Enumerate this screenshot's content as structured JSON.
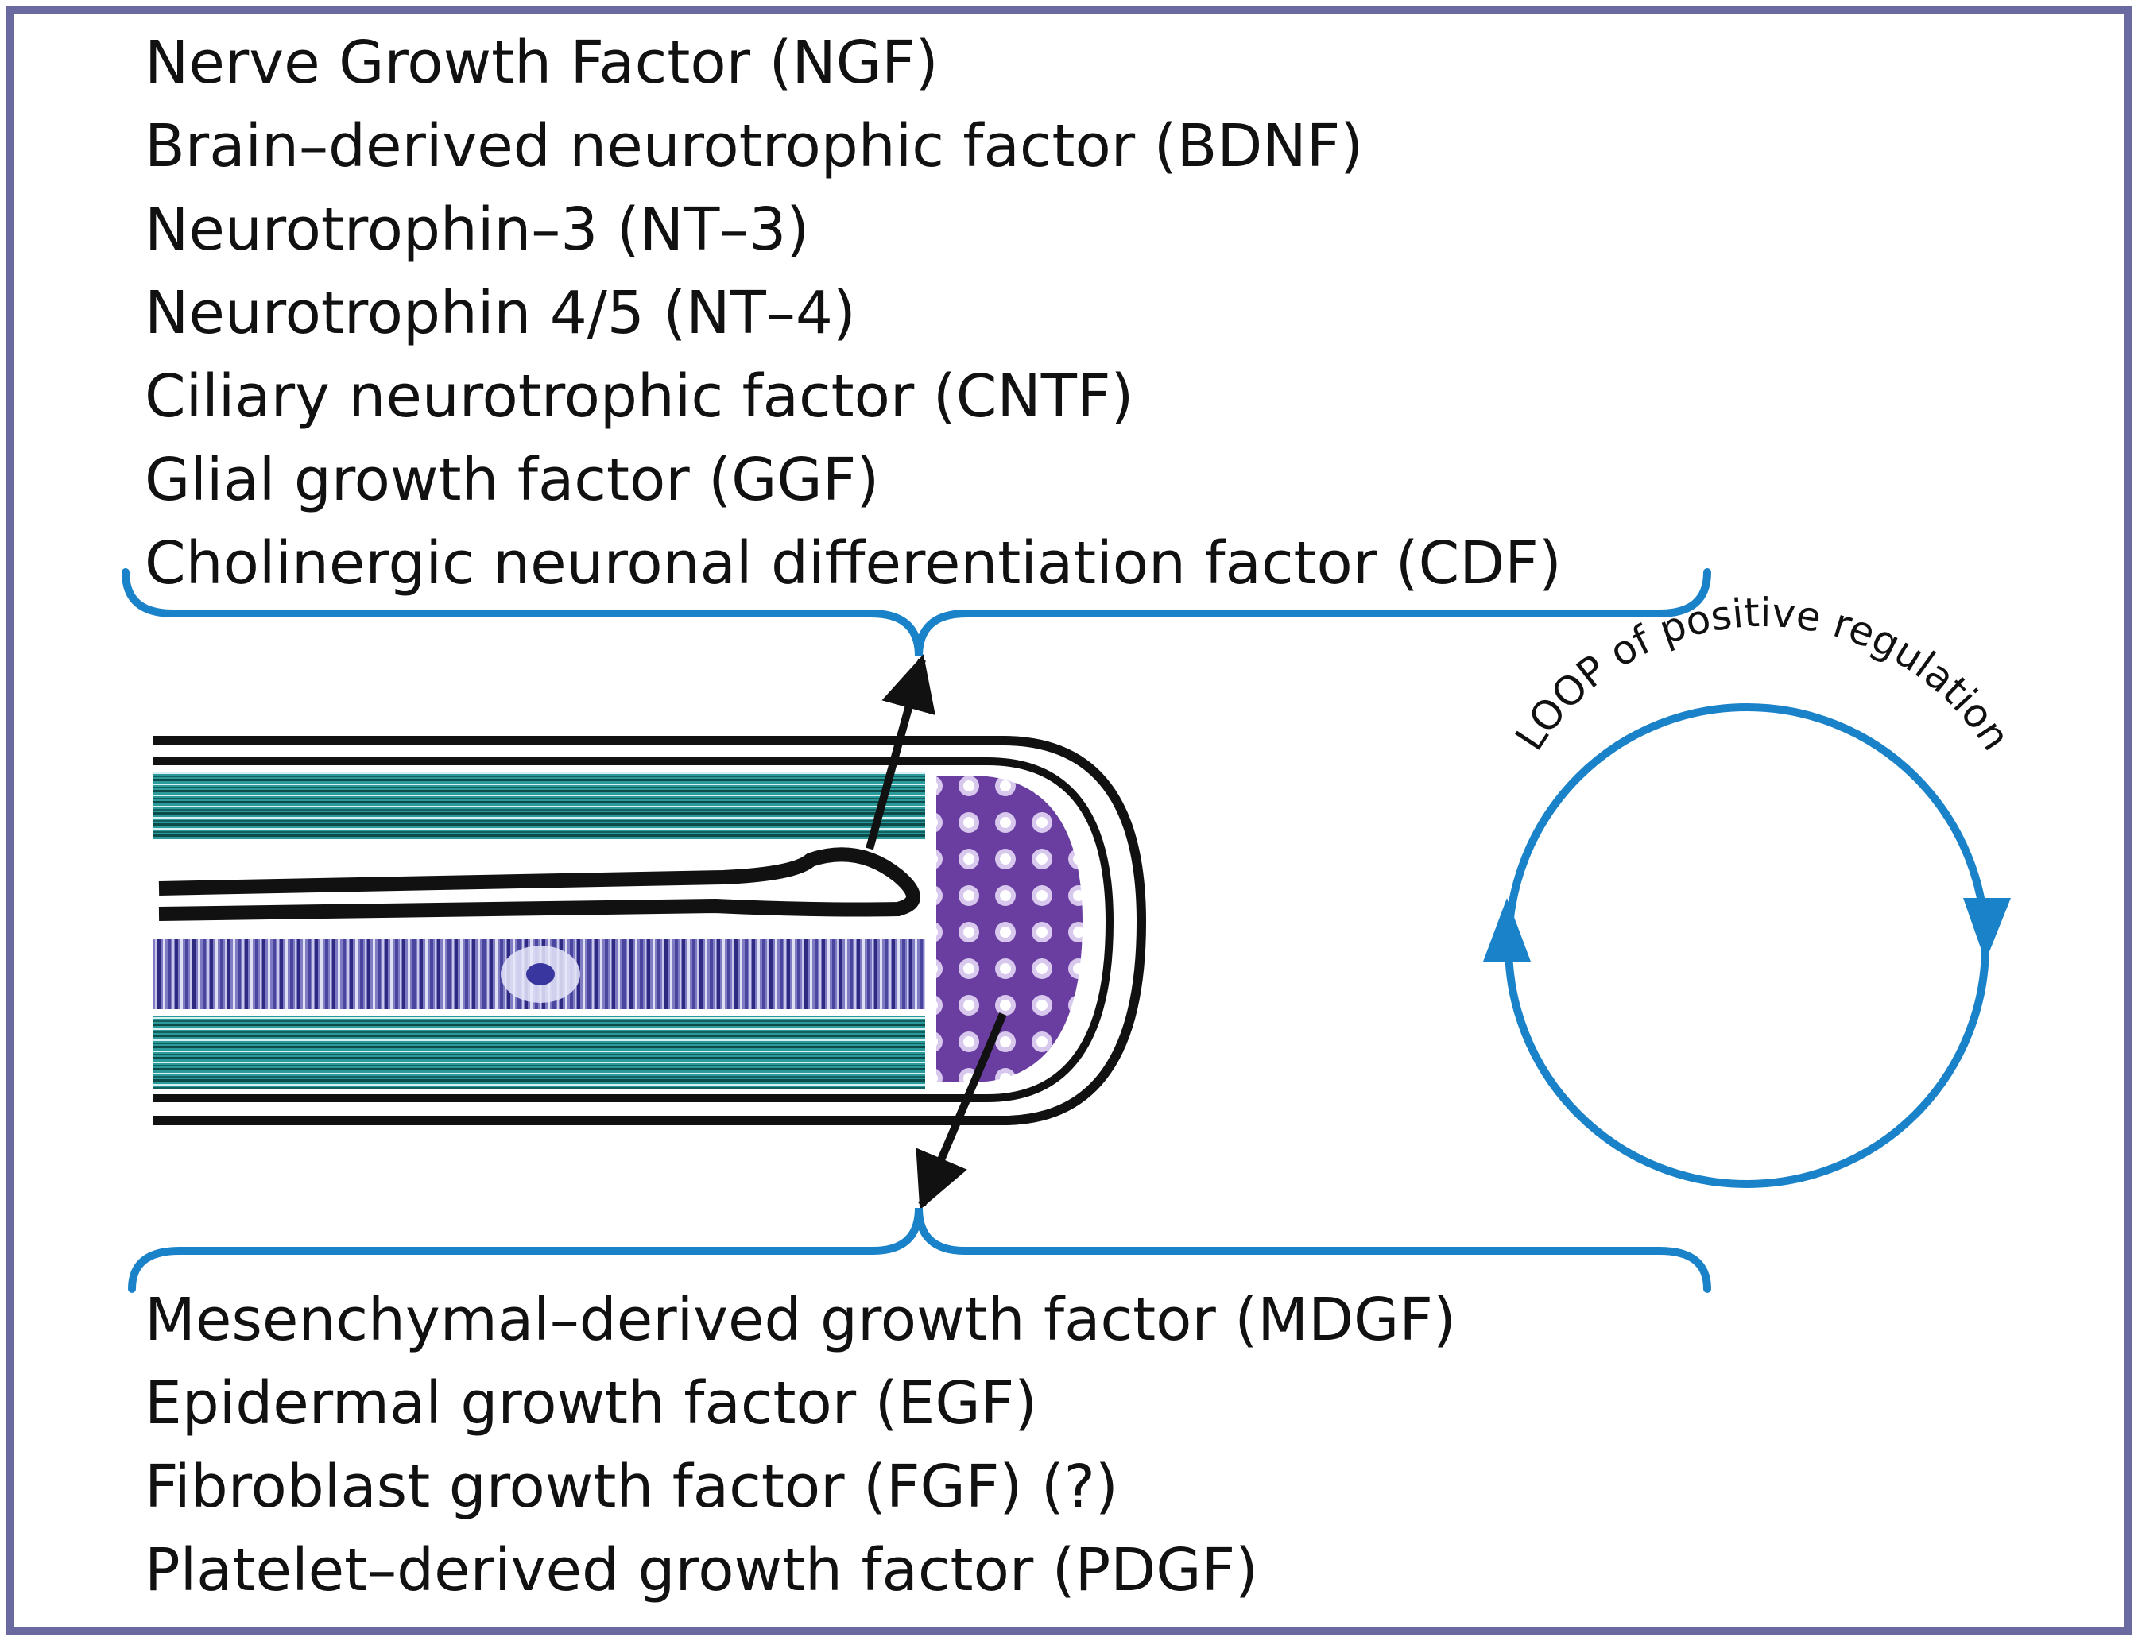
{
  "top_factors": [
    "Nerve Growth Factor (NGF)",
    "Brain–derived neurotrophic factor (BDNF)",
    "Neurotrophin–3 (NT–3)",
    "Neurotrophin 4/5 (NT–4)",
    "Ciliary neurotrophic factor (CNTF)",
    "Glial growth factor (GGF)",
    "Cholinergic neuronal differentiation factor (CDF)"
  ],
  "bottom_factors": [
    "Mesenchymal–derived growth factor (MDGF)",
    "Epidermal growth factor (EGF)",
    "Fibroblast growth factor (FGF) (?)",
    "Platelet–derived growth factor (PDGF)"
  ],
  "loop_label": "LOOP of positive regulation",
  "colors": {
    "frame": "#6a6aa0",
    "bracket": "#1a82c8",
    "loop": "#1a82c8",
    "teal": "#2a9a9a",
    "violet": "#5a55aa",
    "purple": "#6a3ea0",
    "ink": "#111111"
  }
}
